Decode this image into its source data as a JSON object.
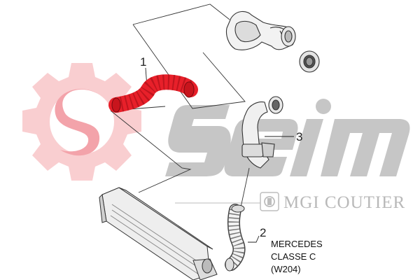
{
  "diagram": {
    "callouts": [
      {
        "id": "1",
        "label": "1"
      },
      {
        "id": "2",
        "label": "2"
      },
      {
        "id": "3",
        "label": "3"
      }
    ],
    "vehicle": {
      "make": "MERCEDES",
      "model": "CLASSE C",
      "chassis": "(W204)"
    },
    "highlight_color": "#e8202a"
  },
  "watermark": {
    "logo_text": "Seim",
    "partner_text": "MGI COUTIER",
    "gear_color": "#f7c6c9",
    "text_color": "#c3c3c3"
  }
}
